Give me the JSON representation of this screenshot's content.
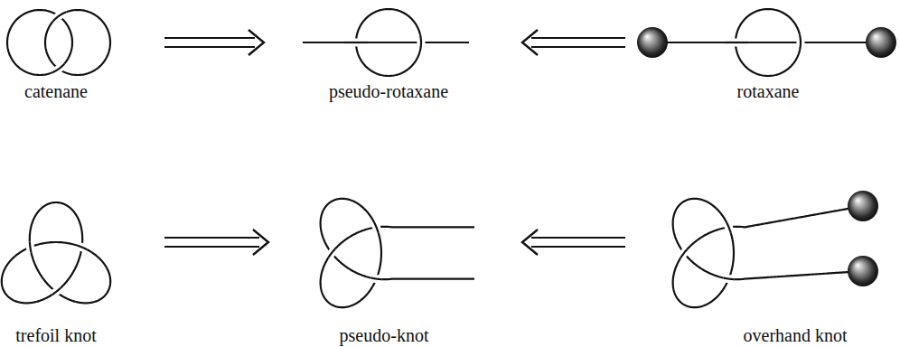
{
  "diagram": {
    "nodes": [
      {
        "text": [
          "catenane"
        ]
      },
      {
        "text": [
          "pseudo-rotaxane"
        ]
      },
      {
        "text": [
          "rotaxane"
        ]
      },
      {
        "text": [
          "trefoil knot"
        ]
      },
      {
        "text": [
          "pseudo-knot"
        ]
      },
      {
        "text": [
          "overhand knot"
        ]
      }
    ],
    "edges": [
      {
        "from": 0,
        "to": 1,
        "arrow": "to"
      },
      {
        "from": 2,
        "to": 1,
        "arrow": "to"
      },
      {
        "from": 3,
        "to": 4,
        "arrow": "to"
      },
      {
        "from": 5,
        "to": 4,
        "arrow": "to"
      }
    ]
  }
}
